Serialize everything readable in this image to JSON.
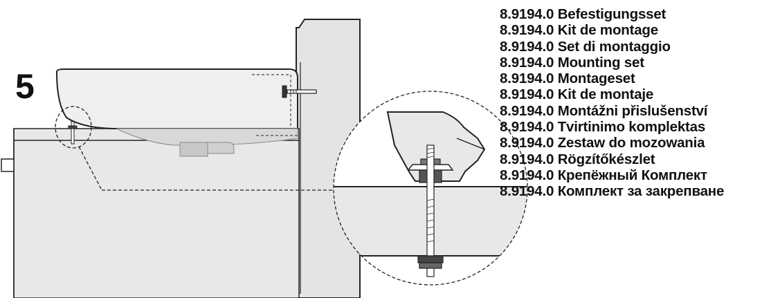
{
  "step": {
    "number": "5"
  },
  "parts": [
    "8.9194.0 Befestigungsset",
    "8.9194.0 Kit de montage",
    "8.9194.0 Set di montaggio",
    "8.9194.0 Mounting set",
    "8.9194.0 Montageset",
    "8.9194.0 Kit de montaje",
    "8.9194.0 Montážni přislušenství",
    "8.9194.0 Tvirtinimo komplektas",
    "8.9194.0 Zestaw do mozowania",
    "8.9194.0 Rögzítőkészlet",
    "8.9194.0 Крепёжный Комплект",
    "8.9194.0 Комплект за закрепване"
  ]
}
